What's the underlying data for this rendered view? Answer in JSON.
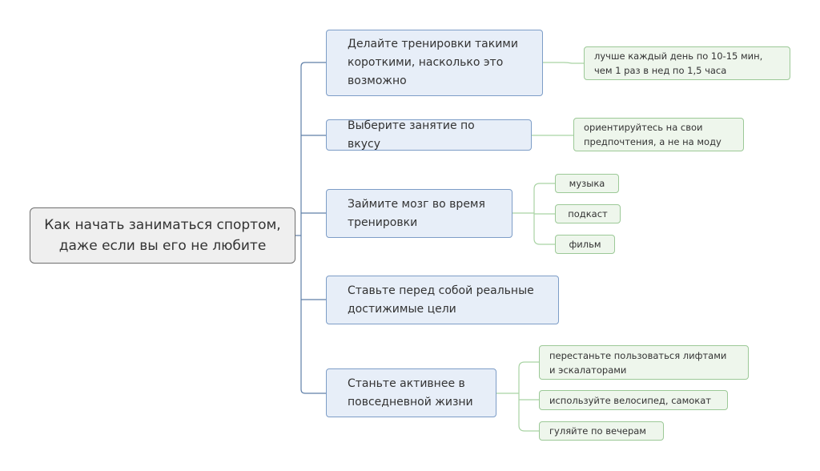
{
  "mindmap": {
    "root": "Как начать заниматься спортом,\nдаже если вы его не любите",
    "branches": [
      {
        "label": "Делайте тренировки такими\nкороткими, насколько это\nвозможно",
        "children": [
          "лучше каждый день по 10-15 мин,\nчем 1 раз в нед по 1,5 часа"
        ]
      },
      {
        "label": "Выберите занятие по вкусу",
        "children": [
          "ориентируйтесь на свои\nпредпочтения, а не на моду"
        ]
      },
      {
        "label": "Займите мозг во время\nтренировки",
        "children": [
          "музыка",
          "подкаст",
          "фильм"
        ]
      },
      {
        "label": "Ставьте перед собой реальные\nдостижимые цели",
        "children": []
      },
      {
        "label": "Станьте активнее в\nповседневной жизни",
        "children": [
          "перестаньте пользоваться лифтами\nи эскалаторами",
          "используйте велосипед, самокат",
          "гуляйте по вечерам"
        ]
      }
    ]
  },
  "colors": {
    "root_border": "#6e6e6e",
    "branch_border": "#7d9dc7",
    "branch_line": "#5f7fa8",
    "leaf_border": "#9cc997",
    "leaf_line": "#a9d3a4"
  }
}
